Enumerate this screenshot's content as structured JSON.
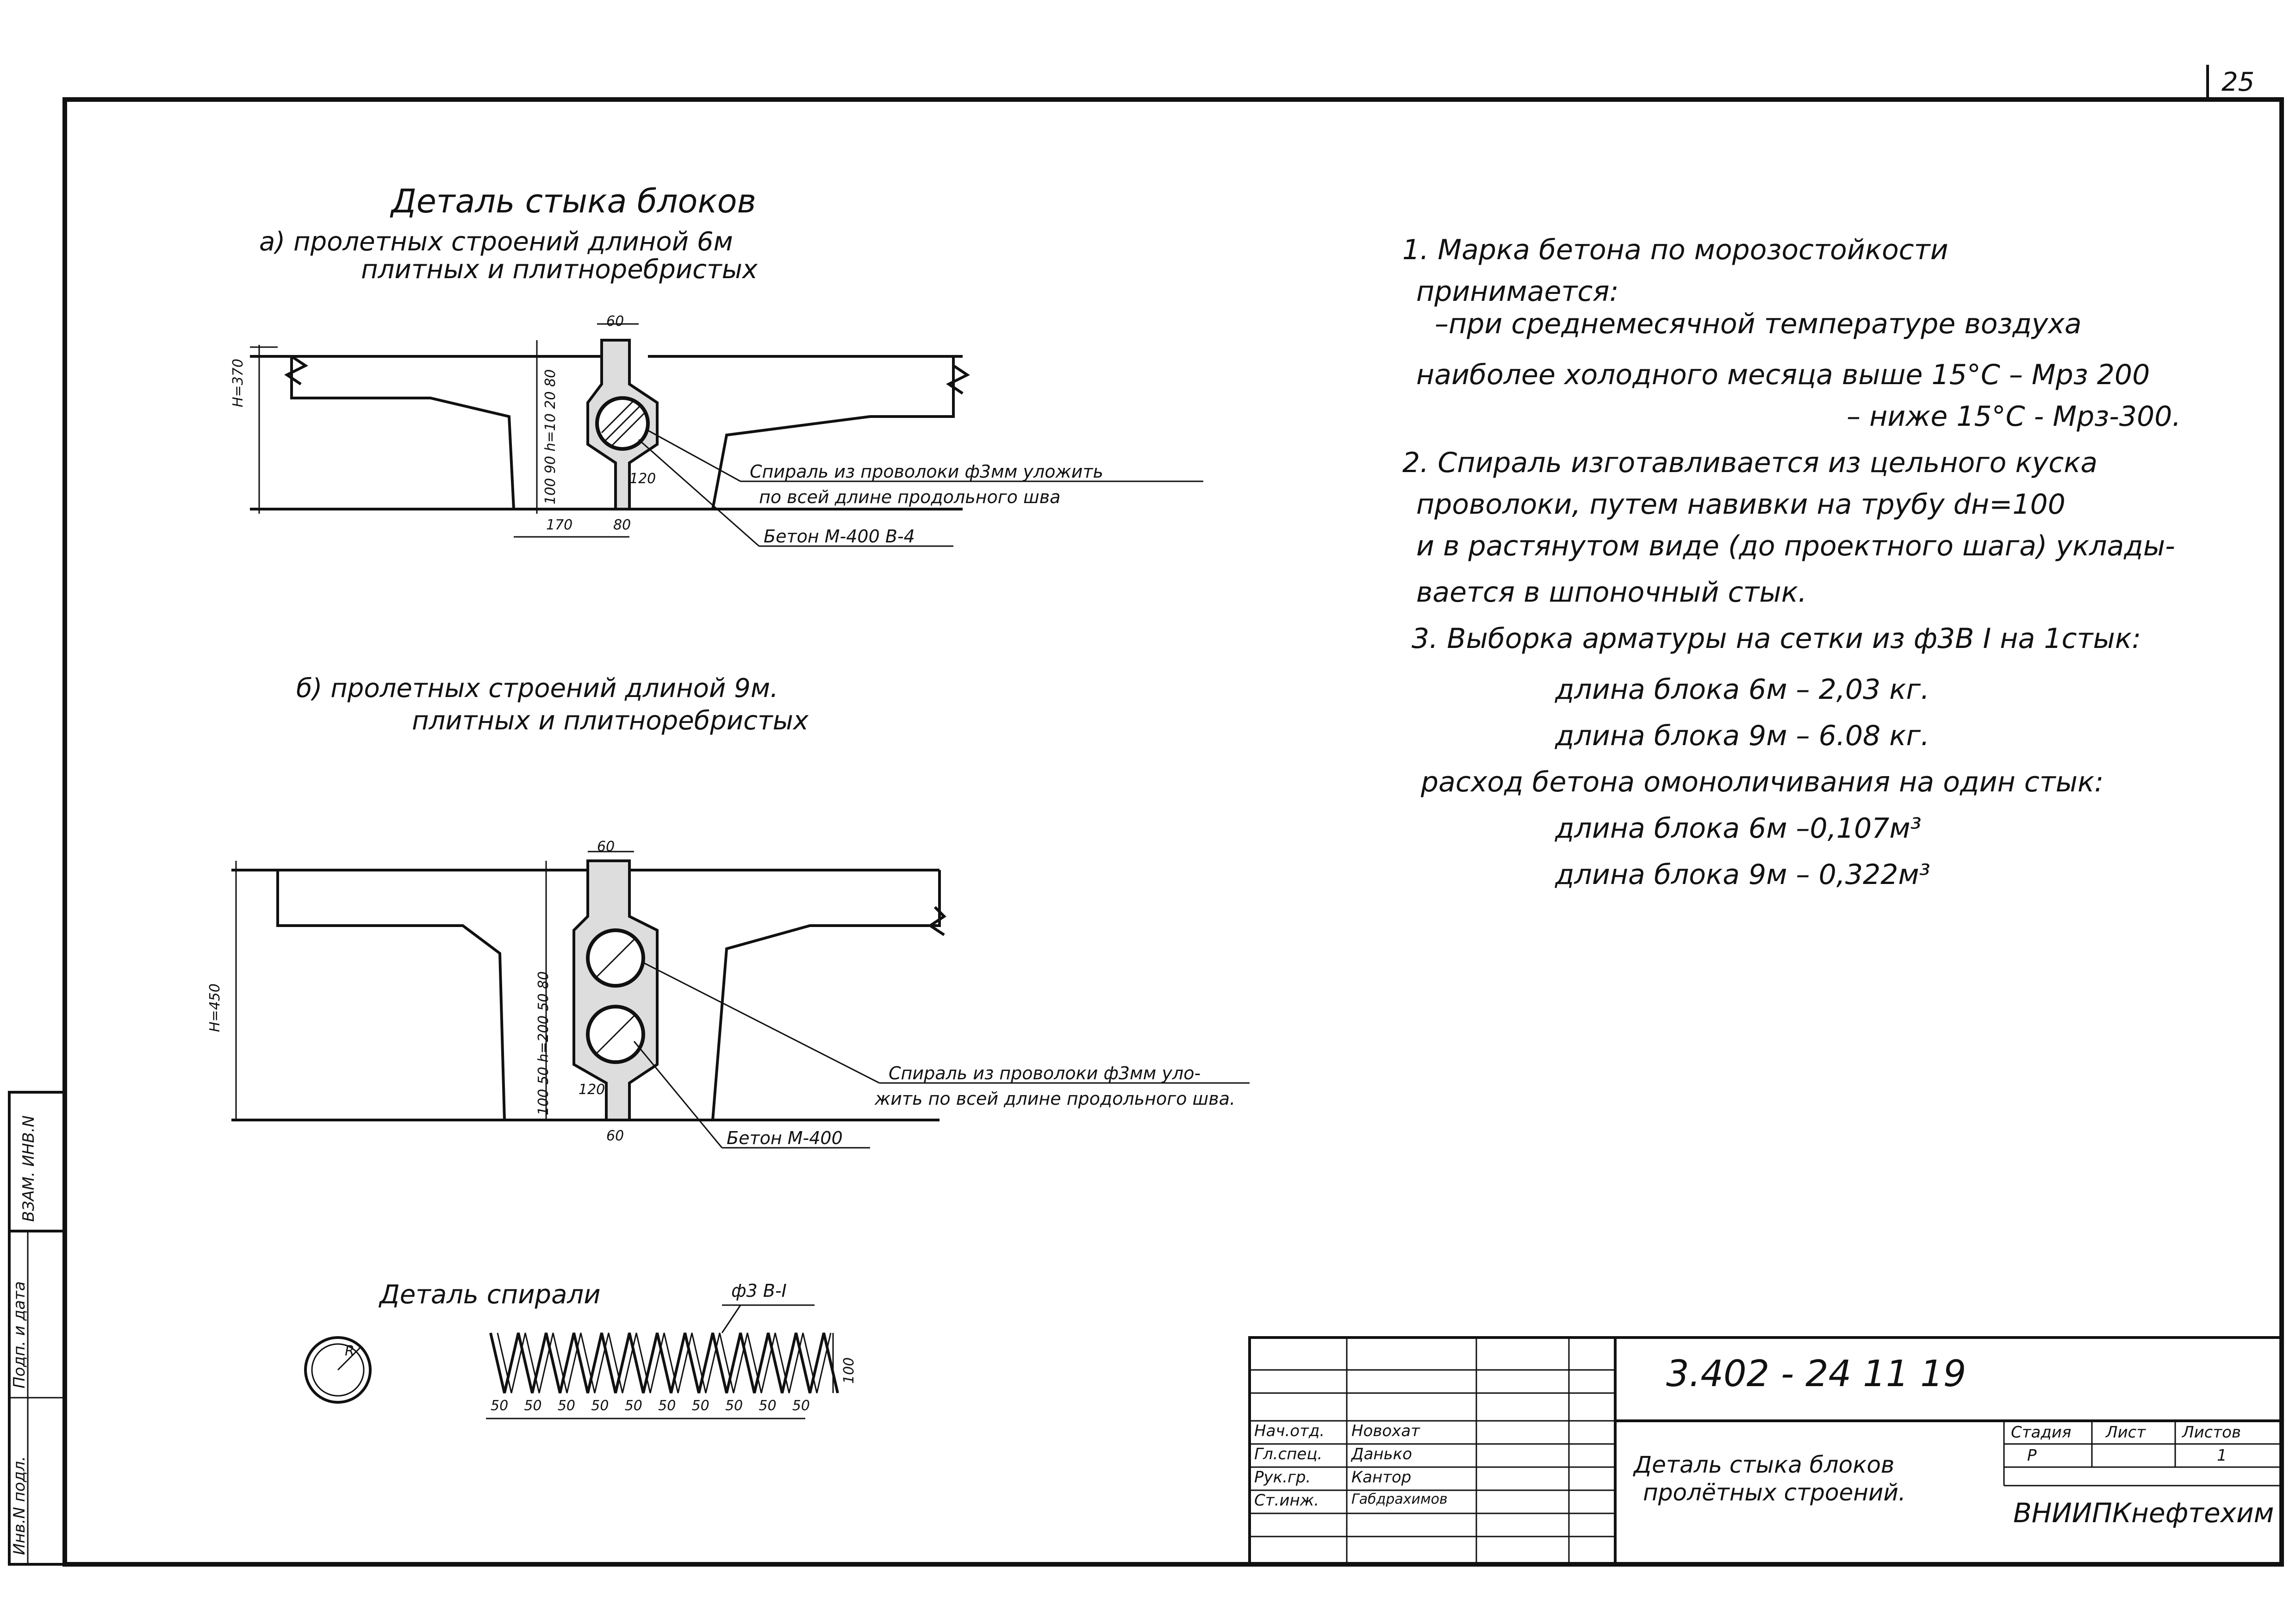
{
  "sheet_number": "25",
  "detail": {
    "title": "Деталь стыка блоков",
    "part_a": {
      "line1": "а) пролетных строений длиной 6м",
      "line2": "плитных и плитноребристых",
      "height": "Н=370",
      "dim_top": "60",
      "dim_left_stack": "100 90 h=10 20 80",
      "dim_bottom_1": "170",
      "dim_bottom_2": "80",
      "dim_inner": "120",
      "spiral_note_1": "Спираль из проволоки ф3мм уложить",
      "spiral_note_2": "по всей длине продольного шва",
      "concrete_note": "Бетон М-400 В-4"
    },
    "part_b": {
      "line1": "б) пролетных строений длиной 9м.",
      "line2": "плитных и плитноребристых",
      "height": "Н=450",
      "dim_top": "60",
      "dim_left_stack": "100 50 h=200 50 80",
      "dim_bottom": "60",
      "dim_inner": "120",
      "spiral_note_1": "Спираль из проволоки ф3мм уло-",
      "spiral_note_2": "жить по всей длине продольного шва.",
      "concrete_note": "Бетон М-400"
    },
    "spiral": {
      "title": "Деталь спирали",
      "wire": "ф3 В-I",
      "height": "100",
      "radius": "R",
      "pitches": [
        "50",
        "50",
        "50",
        "50",
        "50",
        "50",
        "50",
        "50",
        "50",
        "50"
      ]
    }
  },
  "notes": [
    "1. Марка бетона по морозостойкости",
    "принимается:",
    "–при среднемесячной температуре воздуха",
    "наиболее холодного месяца выше 15°С – Мрз 200",
    "– ниже 15°С - Мрз-300.",
    "2. Спираль изготавливается из цельного куска",
    "проволоки, путем навивки на трубу dн=100",
    "и в растянутом виде (до проектного шага) уклады-",
    "вается в шпоночный стык.",
    "3. Выборка арматуры на сетки из ф3В I на 1стык:",
    "длина блока 6м – 2,03 кг.",
    "длина блока 9м – 6.08 кг.",
    "расход бетона омоноличивания на один стык:",
    "длина блока 6м –0,107м³",
    "длина блока 9м – 0,322м³"
  ],
  "title_block": {
    "code": "3.402 - 24    11   19",
    "roles": [
      "Нач.отд.",
      "Гл.спец.",
      "Рук.гр.",
      "Ст.инж."
    ],
    "names": [
      "Новохат",
      "Данько",
      "Кантор",
      "Габдрахимов"
    ],
    "description_1": "Деталь стыка блоков",
    "description_2": "пролётных строений.",
    "stage_label": "Стадия",
    "sheet_label": "Лист",
    "sheets_label": "Листов",
    "stage_value": "Р",
    "sheets_value": "1",
    "organization": "ВНИИПКнефтехим"
  },
  "side_stamp": {
    "inv_label": "Инв.N подл.",
    "sign_label": "Подп. и дата",
    "ref": "ВЗАМ. ИНВ.N"
  }
}
